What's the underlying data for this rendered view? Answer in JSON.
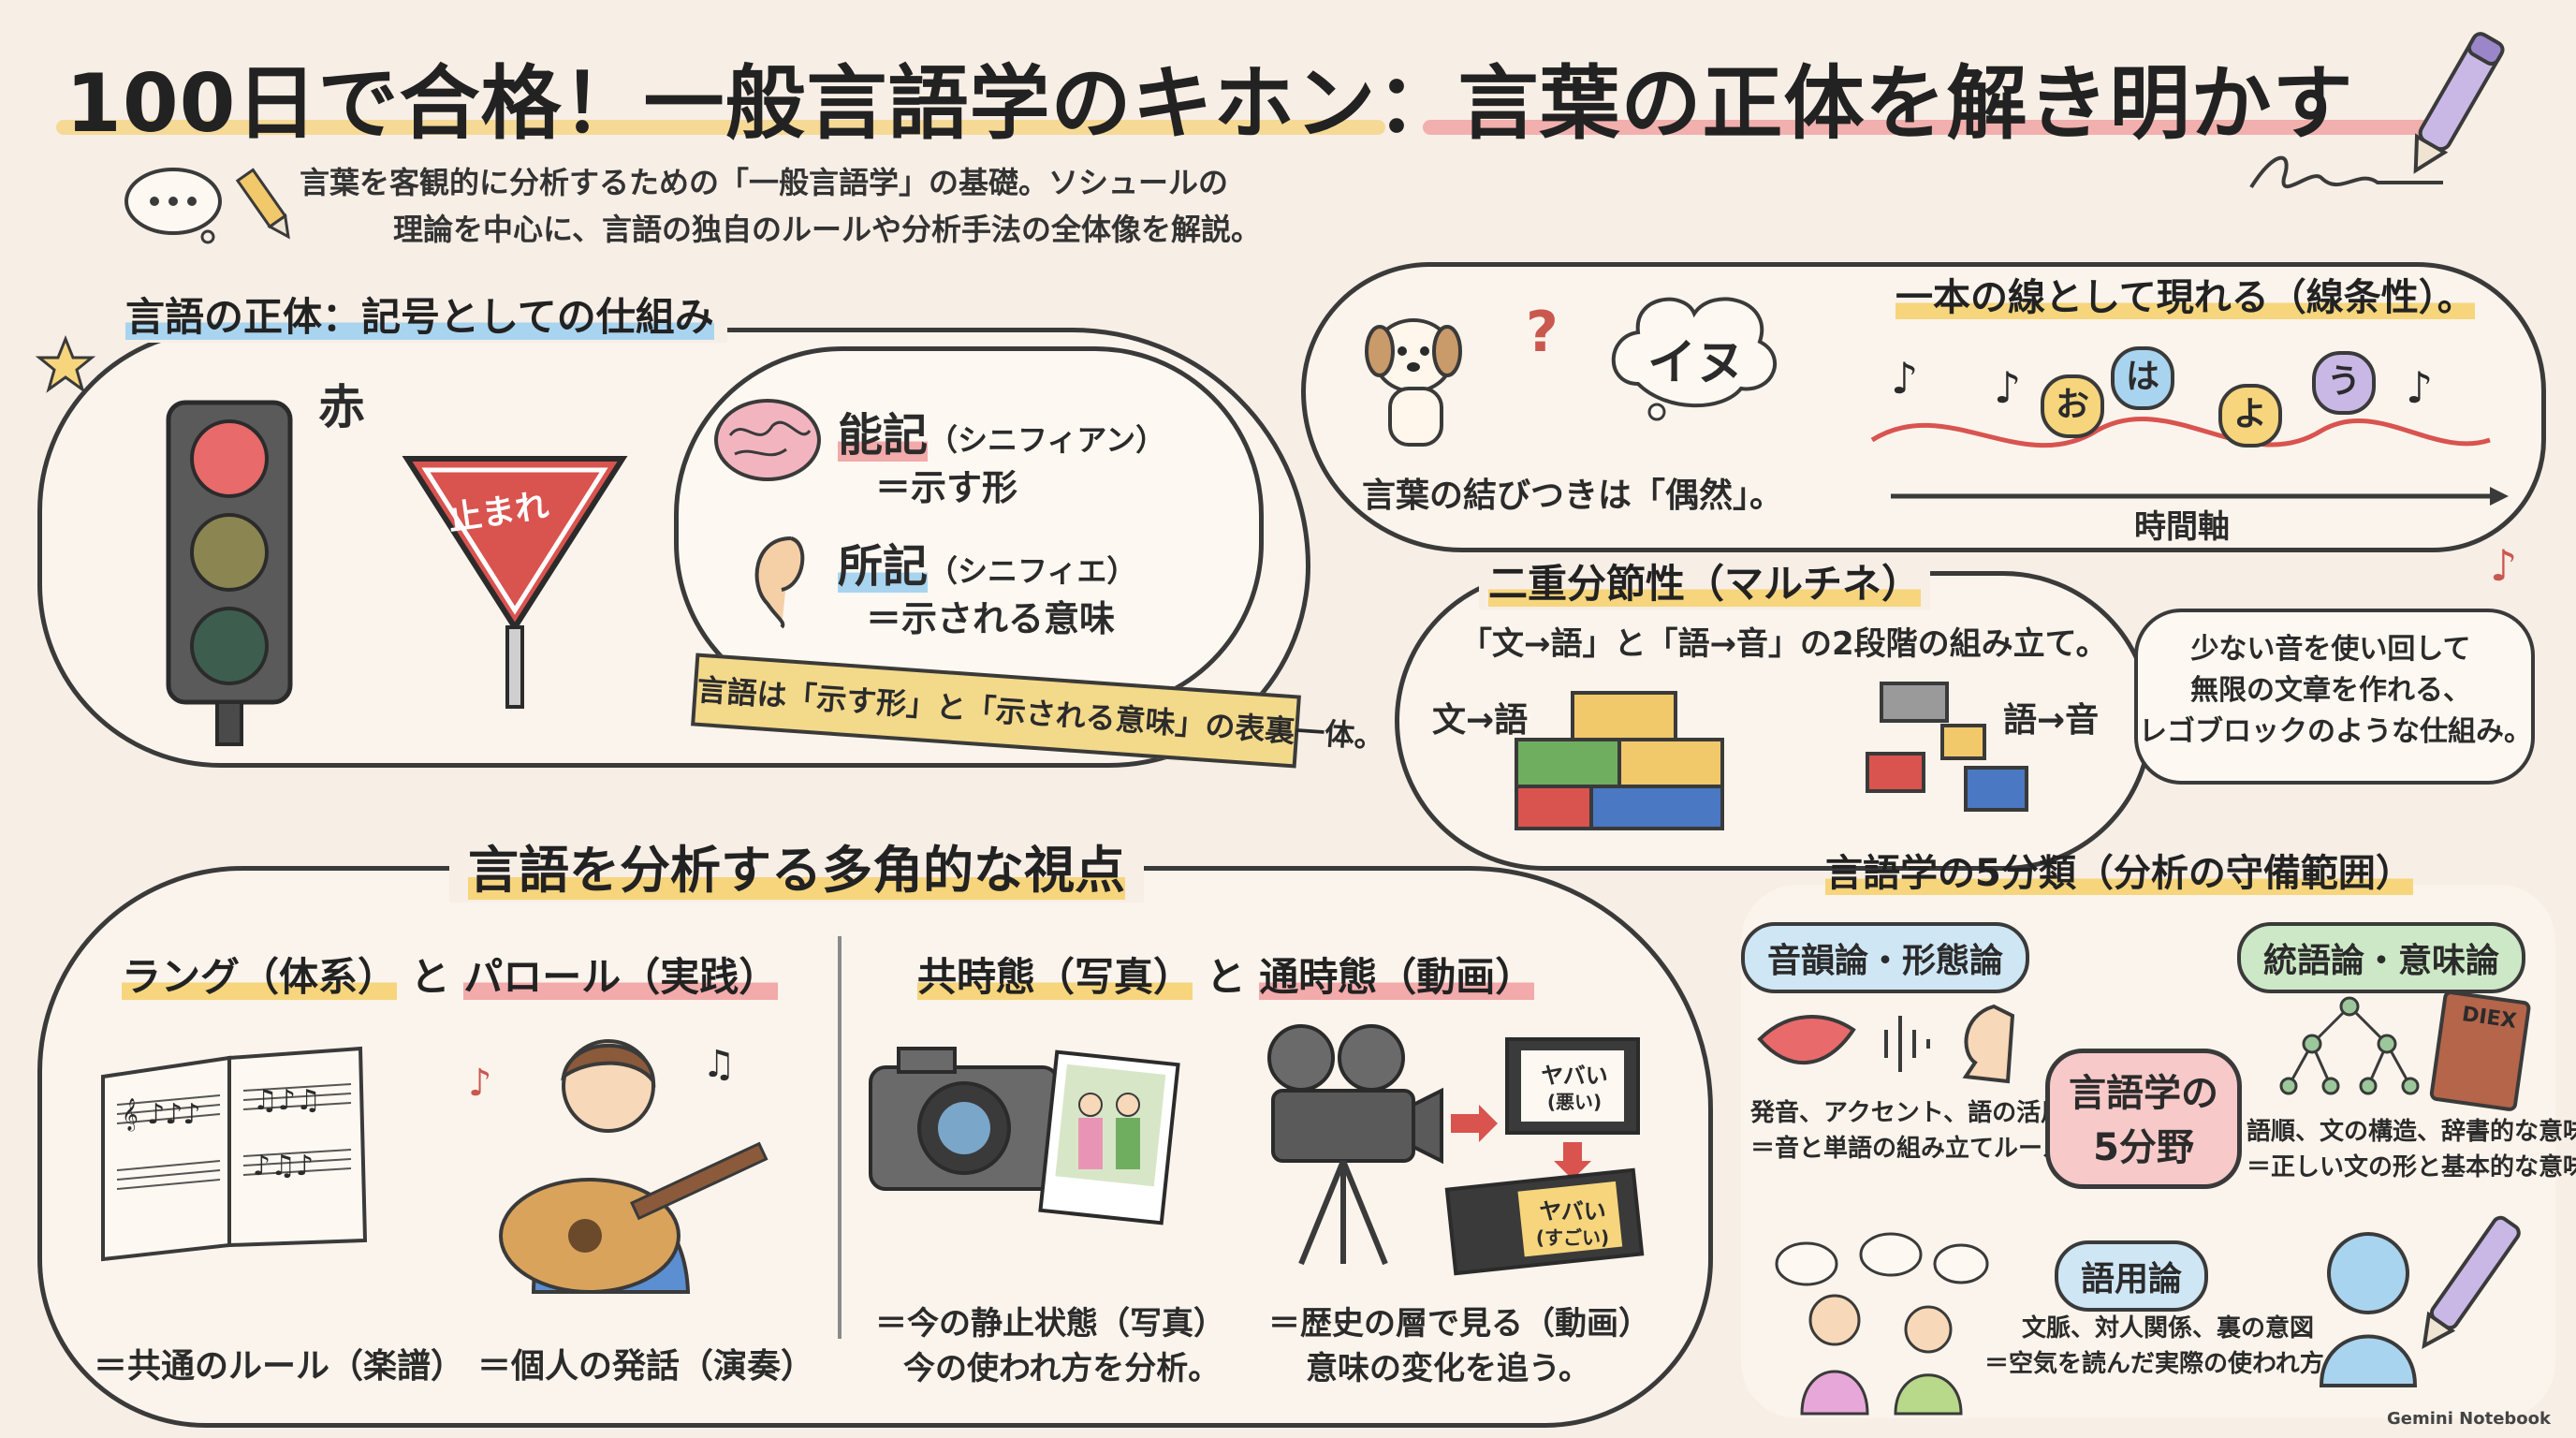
{
  "title": "100日で合格！一般言語学のキホン：言葉の正体を解き明かす",
  "subtitle": {
    "line1": "言葉を客観的に分析するための「一般言語学」の基礎。ソシュールの",
    "line2": "理論を中心に、言語の独自のルールや分析手法の全体像を解説。"
  },
  "sign_section": {
    "heading": "言語の正体：記号としての仕組み",
    "red_label": "赤",
    "stop_sign": "止まれ",
    "signifiant_term": "能記",
    "signifiant_reading": "（シニフィアン）",
    "signifiant_desc": "＝示す形",
    "signifie_term": "所記",
    "signifie_reading": "（シニフィエ）",
    "signifie_desc": "＝示される意味",
    "ribbon": "言語は「示す形」と「示される意味」の表裏一体。"
  },
  "arbitrary": {
    "thought": "イヌ",
    "question": "?",
    "caption": "言葉の結びつきは「偶然」。"
  },
  "linear": {
    "heading": "一本の線として現れる（線条性）。",
    "syllables": [
      "お",
      "は",
      "よ",
      "う"
    ],
    "axis_label": "時間軸"
  },
  "double_articulation": {
    "heading": "二重分節性（マルチネ）",
    "desc": "「文→語」と「語→音」の2段階の組み立て。",
    "label_sentence_word": "文→語",
    "label_word_sound": "語→音",
    "note_line1": "少ない音を使い回して",
    "note_line2": "無限の文章を作れる、",
    "note_line3": "レゴブロックのような仕組み。"
  },
  "perspectives": {
    "heading": "言語を分析する多角的な視点",
    "langue_heading": "ラング（体系）",
    "and1": "と",
    "parole_heading": "パロール（実践）",
    "langue_caption": "＝共通のルール（楽譜）",
    "parole_caption": "＝個人の発話（演奏）",
    "synchronic_heading": "共時態（写真）",
    "and2": "と",
    "diachronic_heading": "通時態（動画）",
    "synchronic_caption1": "＝今の静止状態（写真）",
    "synchronic_caption2": "今の使われ方を分析。",
    "diachronic_caption1": "＝歴史の層で見る（動画）",
    "diachronic_caption2": "意味の変化を追う。",
    "film_old_main": "ヤバい",
    "film_old_sub": "(悪い)",
    "film_new_main": "ヤバい",
    "film_new_sub": "(すごい)"
  },
  "five_fields": {
    "heading": "言語学の5分類（分析の守備範囲）",
    "center_line1": "言語学の",
    "center_line2": "5分野",
    "phon_heading": "音韻論・形態論",
    "phon_desc1": "発音、アクセント、語の活用",
    "phon_desc2": "＝音と単語の組み立てルール",
    "syntax_heading": "統語論・意味論",
    "syntax_desc1": "語順、文の構造、辞書的な意味",
    "syntax_desc2": "＝正しい文の形と基本的な意味",
    "dict_label": "DIEX",
    "prag_heading": "語用論",
    "prag_desc1": "文脈、対人関係、裏の意図",
    "prag_desc2": "＝空気を読んだ実際の使われ方"
  },
  "watermark": "Gemini Notebook",
  "colors": {
    "yellow": "#f6d57c",
    "blue": "#a9d4ef",
    "red": "#f2aaaa",
    "green": "#b5dcb0",
    "ink": "#3a3a3a",
    "paper": "#f7eee6"
  }
}
